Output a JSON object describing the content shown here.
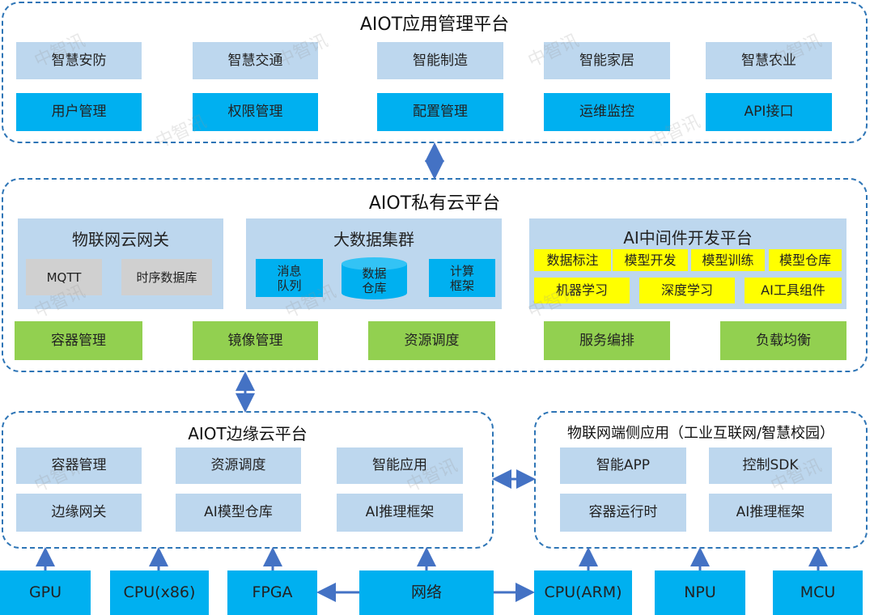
{
  "watermark": "中智讯",
  "app_platform": {
    "title": "AIOT应用管理平台",
    "row1": [
      "智慧安防",
      "智慧交通",
      "智能制造",
      "智能家居",
      "智慧农业"
    ],
    "row2": [
      "用户管理",
      "权限管理",
      "配置管理",
      "运维监控",
      "API接口"
    ]
  },
  "private_cloud": {
    "title": "AIOT私有云平台",
    "iot_gateway": {
      "title": "物联网云网关",
      "items": [
        "MQTT",
        "时序数据库"
      ]
    },
    "big_data": {
      "title": "大数据集群",
      "items": [
        "消息\n队列",
        "数据\n仓库",
        "计算\n框架"
      ]
    },
    "ai_middleware": {
      "title": "AI中间件开发平台",
      "row1": [
        "数据标注",
        "模型开发",
        "模型训练",
        "模型仓库"
      ],
      "row2": [
        "机器学习",
        "深度学习",
        "AI工具组件"
      ]
    },
    "services": [
      "容器管理",
      "镜像管理",
      "资源调度",
      "服务编排",
      "负载均衡"
    ]
  },
  "edge_cloud": {
    "title": "AIOT边缘云平台",
    "row1": [
      "容器管理",
      "资源调度",
      "智能应用"
    ],
    "row2": [
      "边缘网关",
      "AI模型仓库",
      "AI推理框架"
    ]
  },
  "endpoint": {
    "title": "物联网端侧应用（工业互联网/智慧校园）",
    "row1": [
      "智能APP",
      "控制SDK"
    ],
    "row2": [
      "容器运行时",
      "AI推理框架"
    ]
  },
  "hardware": [
    "GPU",
    "CPU(x86)",
    "FPGA",
    "网络",
    "CPU(ARM)",
    "NPU",
    "MCU"
  ],
  "colors": {
    "frame": "#2e75b6",
    "light_blue": "#bdd7ee",
    "blue": "#00b0f0",
    "green": "#92d050",
    "yellow": "#ffff00",
    "gray": "#d0d0d0",
    "arrow": "#4472c4"
  }
}
